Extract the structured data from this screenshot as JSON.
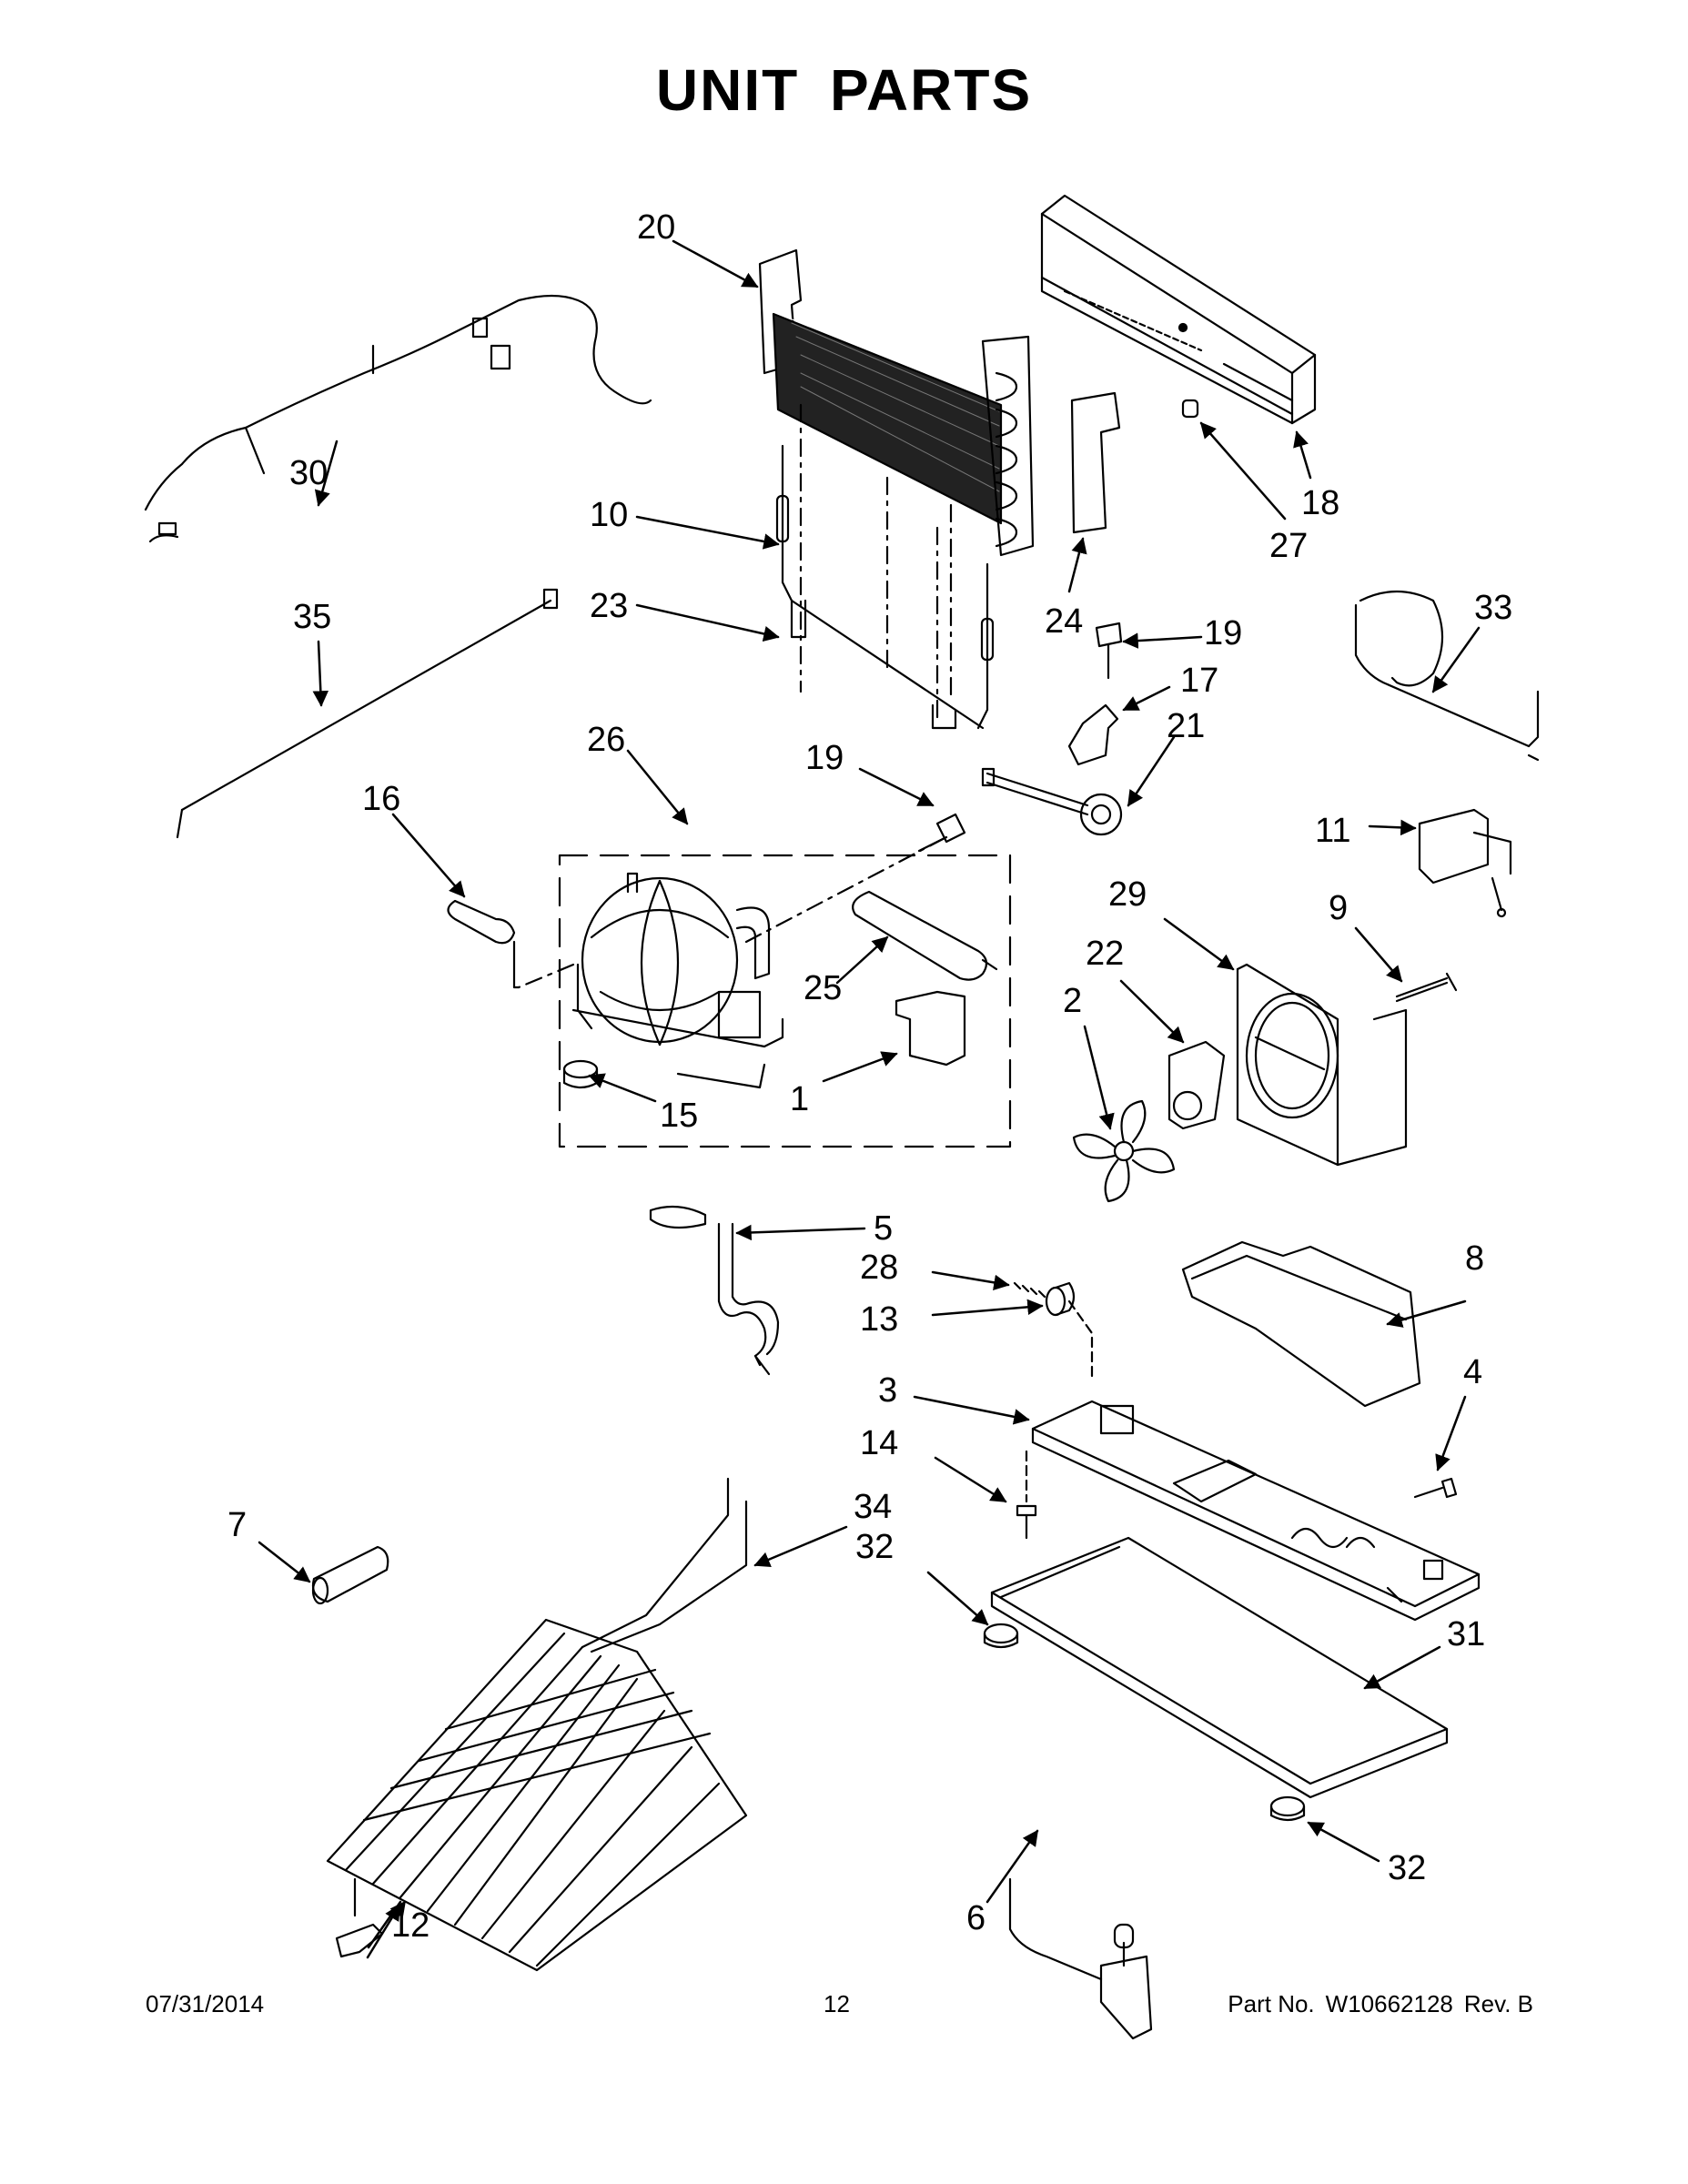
{
  "title": "UNIT PARTS",
  "callouts": [
    {
      "label": "20",
      "part": "condenser"
    },
    {
      "label": "30",
      "part": "wire-harness"
    },
    {
      "label": "10",
      "part": "thermistor-lead"
    },
    {
      "label": "23",
      "part": "condenser-tube"
    },
    {
      "label": "35",
      "part": "power-cord"
    },
    {
      "label": "26",
      "part": "compressor-kit"
    },
    {
      "label": "19",
      "part": "screw"
    },
    {
      "label": "16",
      "part": "bracket"
    },
    {
      "label": "25",
      "part": "drier"
    },
    {
      "label": "1",
      "part": "compressor-cover"
    },
    {
      "label": "15",
      "part": "grommet"
    },
    {
      "label": "24",
      "part": "channel"
    },
    {
      "label": "18",
      "part": "shroud-box"
    },
    {
      "label": "27",
      "part": "clip"
    },
    {
      "label": "19",
      "part": "screw"
    },
    {
      "label": "17",
      "part": "bracket"
    },
    {
      "label": "21",
      "part": "fan-motor-assembly"
    },
    {
      "label": "33",
      "part": "tube-assembly"
    },
    {
      "label": "11",
      "part": "relay"
    },
    {
      "label": "29",
      "part": "fan-shroud"
    },
    {
      "label": "9",
      "part": "screw"
    },
    {
      "label": "22",
      "part": "motor"
    },
    {
      "label": "2",
      "part": "fan-blade"
    },
    {
      "label": "5",
      "part": "drain-tube"
    },
    {
      "label": "28",
      "part": "spring"
    },
    {
      "label": "13",
      "part": "grommet"
    },
    {
      "label": "8",
      "part": "drain-pan"
    },
    {
      "label": "3",
      "part": "base-plate"
    },
    {
      "label": "4",
      "part": "screw"
    },
    {
      "label": "14",
      "part": "screw"
    },
    {
      "label": "7",
      "part": "sleeve"
    },
    {
      "label": "34",
      "part": "evaporator-tube"
    },
    {
      "label": "32",
      "part": "foot"
    },
    {
      "label": "31",
      "part": "insulation-panel"
    },
    {
      "label": "12",
      "part": "clip"
    },
    {
      "label": "6",
      "part": "tube"
    },
    {
      "label": "32",
      "part": "foot"
    }
  ],
  "footer": {
    "date": "07/31/2014",
    "page_number": "12",
    "part_no_label": "Part No.",
    "part_no": "W10662128",
    "revision": "Rev. B"
  }
}
